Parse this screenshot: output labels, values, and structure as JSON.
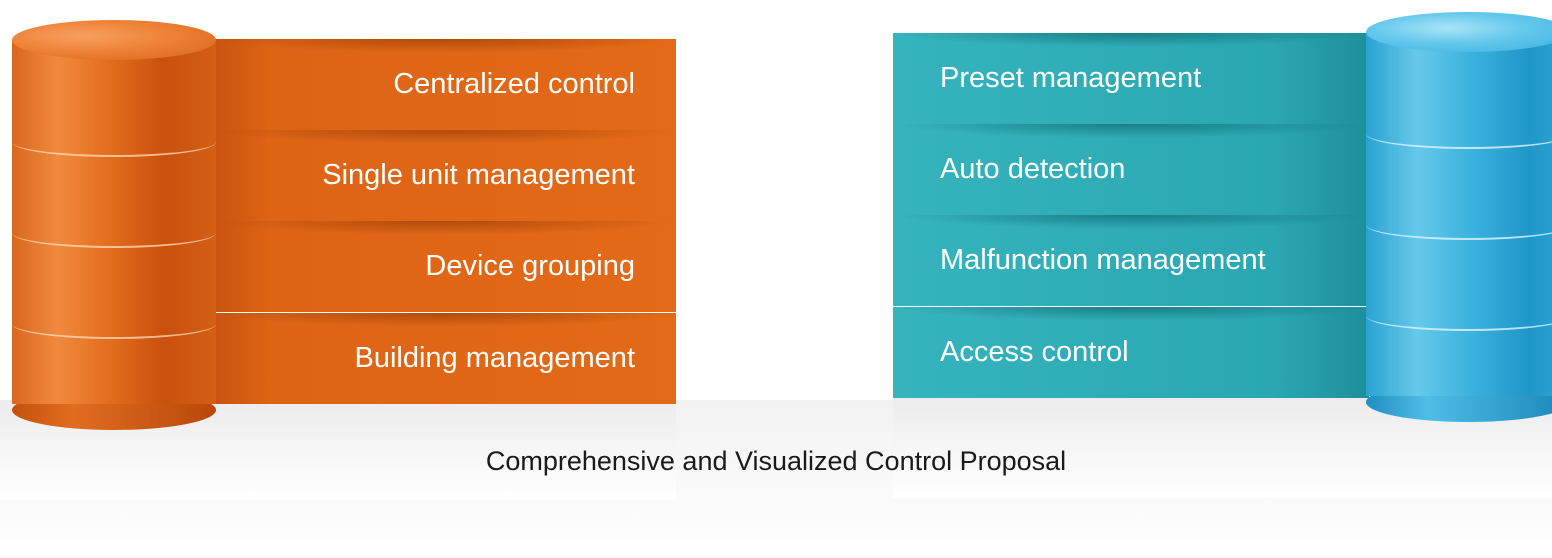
{
  "left_panel": {
    "items": [
      {
        "label": "Centralized control"
      },
      {
        "label": "Single unit management"
      },
      {
        "label": "Device grouping"
      },
      {
        "label": "Building management"
      }
    ],
    "color": "#e36a17"
  },
  "right_panel": {
    "items": [
      {
        "label": "Preset management"
      },
      {
        "label": "Auto detection"
      },
      {
        "label": "Malfunction management"
      },
      {
        "label": "Access control"
      }
    ],
    "color": "#2aa7b1"
  },
  "caption": "Comprehensive and Visualized Control Proposal",
  "cylinder_colors": {
    "left": "#e5701f",
    "right": "#3db3e0"
  }
}
